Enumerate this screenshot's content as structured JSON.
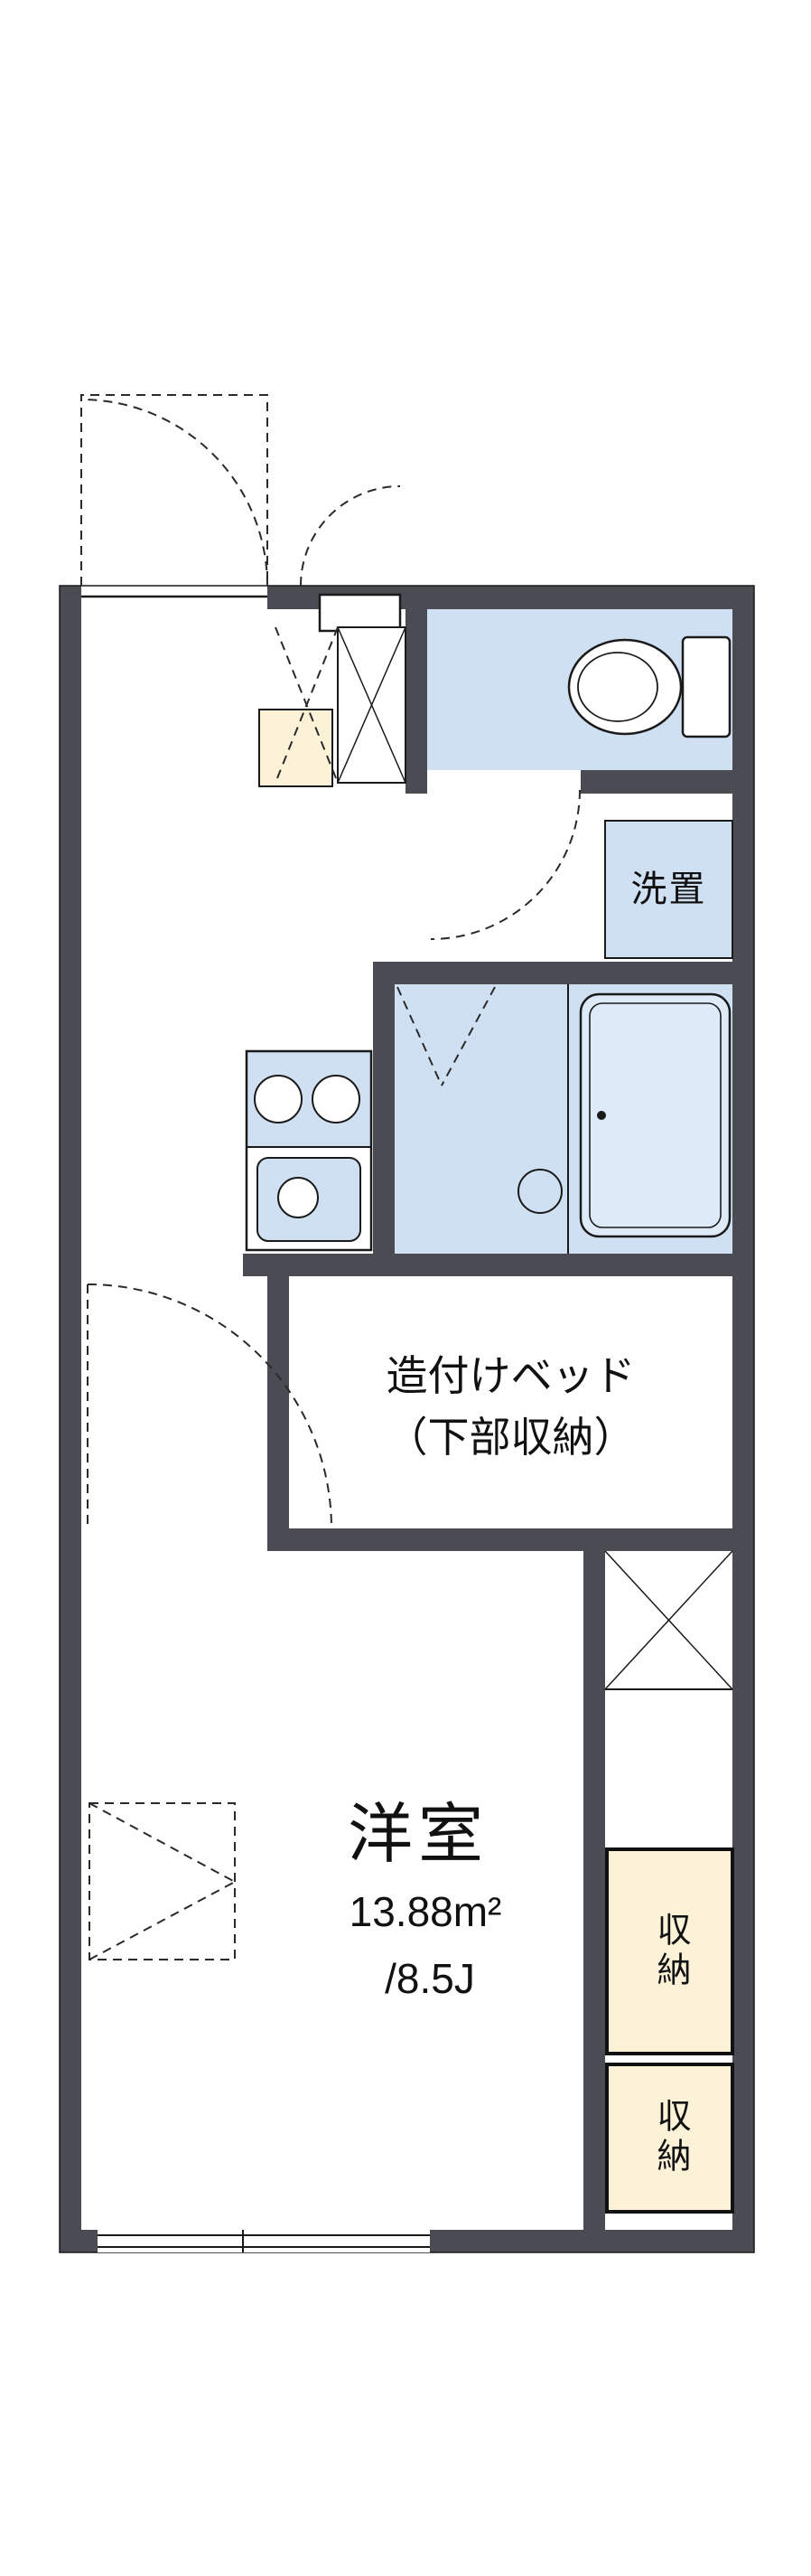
{
  "floorplan": {
    "rooms": {
      "western_room": {
        "name": "洋室",
        "area_m2": "13.88m²",
        "area_tatami": "/8.5J"
      },
      "built_in_bed": {
        "line1": "造付けベッド",
        "line2": "（下部収納）"
      },
      "laundry": {
        "label": "洗置"
      },
      "closet_upper": {
        "label": "収納"
      },
      "closet_lower": {
        "label": "収納"
      }
    },
    "colors": {
      "wall": "#4b4b54",
      "wet_floor": "#cfe0f3",
      "tub_fill": "#dfeaf8",
      "closet_fill": "#fbf2d8",
      "line": "#1a1a1a",
      "background": "#ffffff"
    },
    "fixtures": [
      "toilet-icon",
      "bathtub-icon",
      "stove-burners-icon",
      "kitchen-sink-icon",
      "laundry-box",
      "door-swing-arcs",
      "window"
    ]
  }
}
